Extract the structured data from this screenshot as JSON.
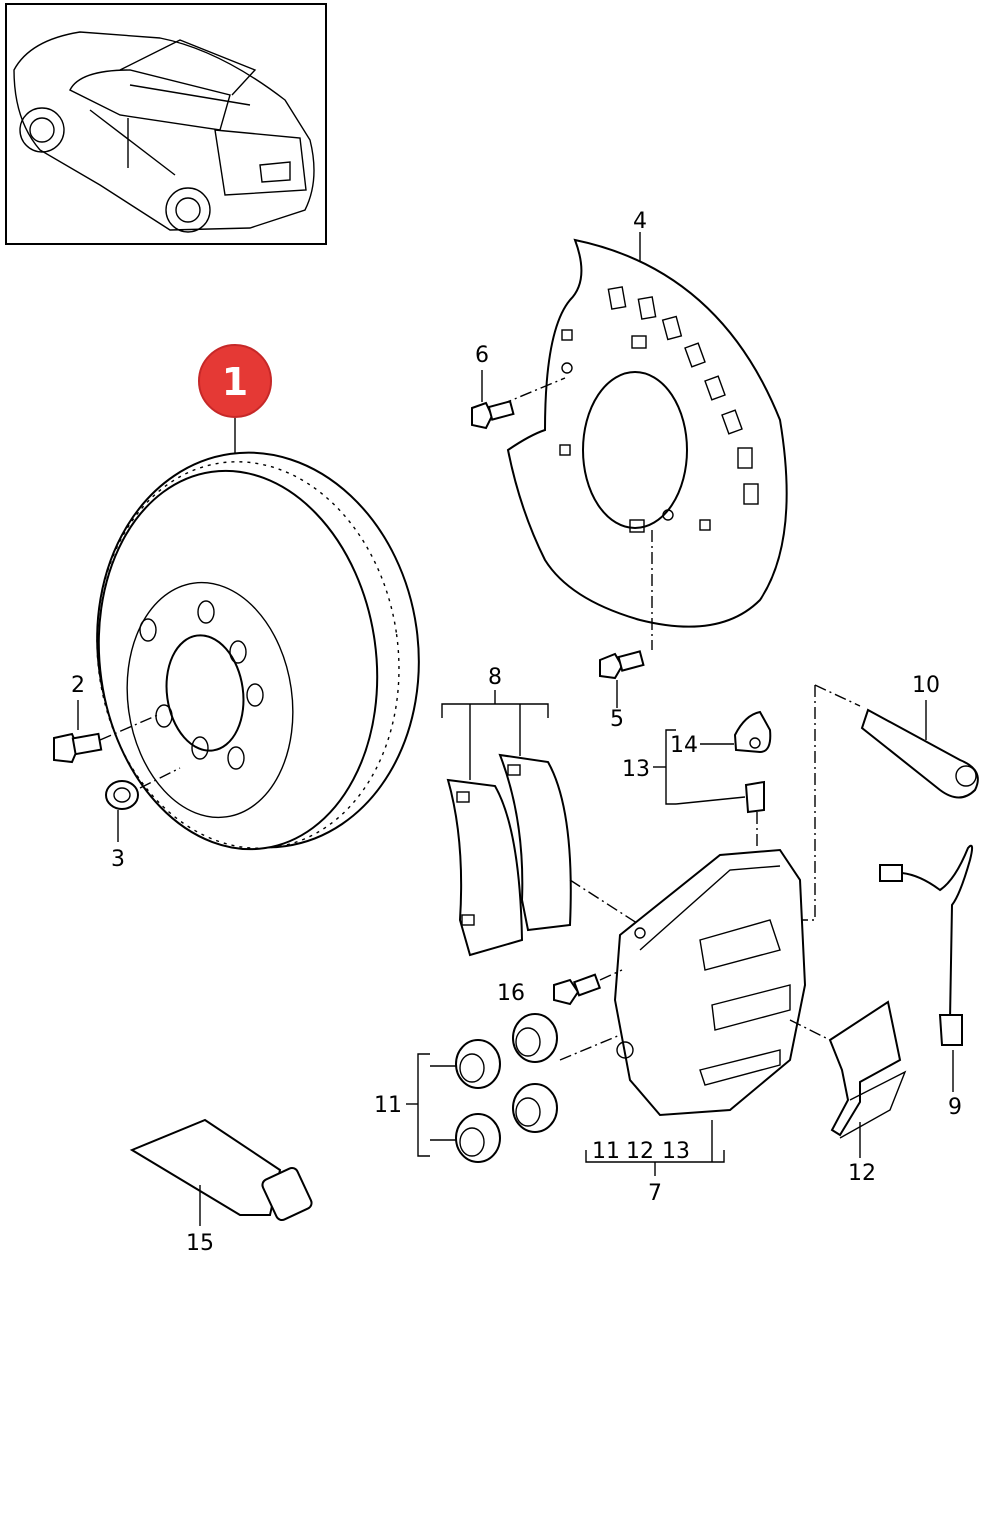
{
  "callout": {
    "number": "1",
    "color": "#e53935"
  },
  "labels": {
    "l1": "1",
    "l2": "2",
    "l3": "3",
    "l4": "4",
    "l5": "5",
    "l6": "6",
    "l7": "7",
    "l8": "8",
    "l9": "9",
    "l10": "10",
    "l11": "11",
    "l12": "12",
    "l13": "13",
    "l14": "14",
    "l15": "15",
    "l16": "16",
    "g7_a": "11",
    "g7_b": "12",
    "g7_c": "13"
  }
}
